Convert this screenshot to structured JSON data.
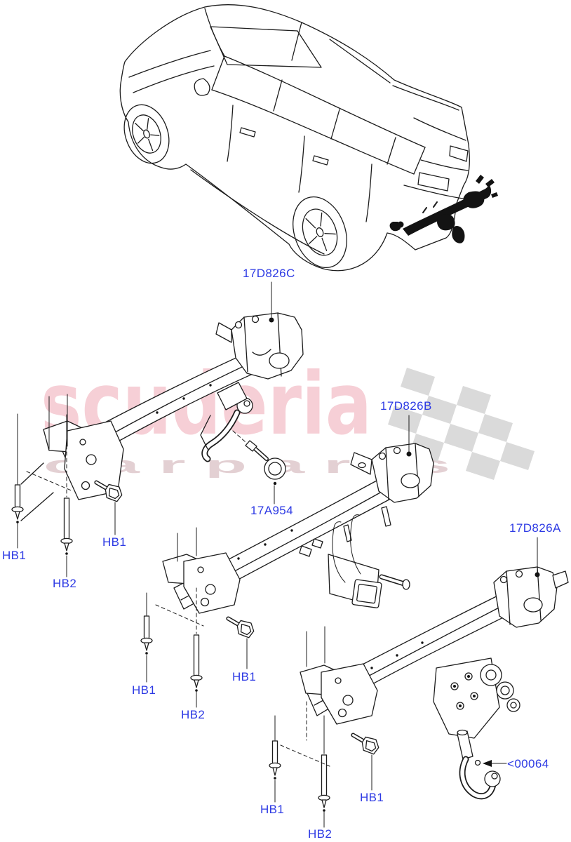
{
  "page": {
    "background": "#ffffff",
    "link_color": "#2d3ae4",
    "line_color": "#1c1c1c"
  },
  "watermark": {
    "brand": "scuderia",
    "tagline": "c a r   p a r t s",
    "brand_color": "rgba(224,95,118,0.30)",
    "tagline_color": "rgba(188,142,150,0.42)",
    "flag_color": "#dadada"
  },
  "labels": {
    "towbar_c": "17D826C",
    "towbar_b": "17D826B",
    "towbar_a": "17D826A",
    "towing_eye": "17A954",
    "towball": "<00064",
    "hb1": "HB1",
    "hb2": "HB2"
  }
}
